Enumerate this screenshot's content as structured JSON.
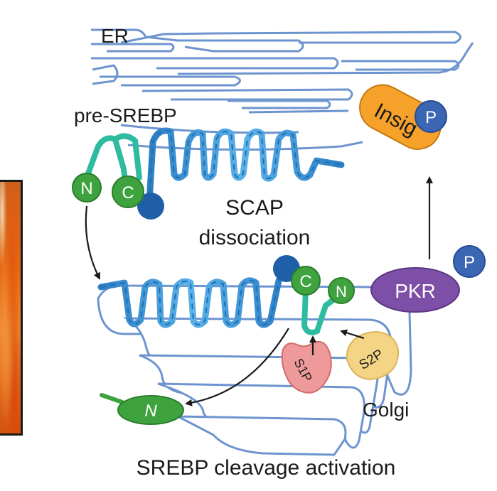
{
  "labels": {
    "er": "ER",
    "pre_srebp": "pre-SREBP",
    "scap_line1": "SCAP",
    "scap_line2": "dissociation",
    "golgi": "Golgi",
    "bottom_caption": "SREBP cleavage activation"
  },
  "molecules": {
    "n_top": "N",
    "c_top": "C",
    "c_bottom": "C",
    "n_bottom": "N",
    "n_released": "N",
    "insig": "Insig",
    "p_insig": "P",
    "pkr": "PKR",
    "p_pkr": "P",
    "s1p": "S1P",
    "s2p": "S2P"
  },
  "colors": {
    "membrane": "#6d94cf",
    "membrane_fill": "#ffffff",
    "scap_helix": "#3b95d8",
    "scap_ball": "#1f5fa8",
    "srebp_linker": "#2fbba0",
    "green_circle": "#3ea33e",
    "insig": "#f5a12a",
    "phospho": "#3a66b4",
    "pkr": "#7e4fa6",
    "s1p": "#ee9a9a",
    "s2p": "#f4d585",
    "arrow": "#1a1a1a"
  }
}
